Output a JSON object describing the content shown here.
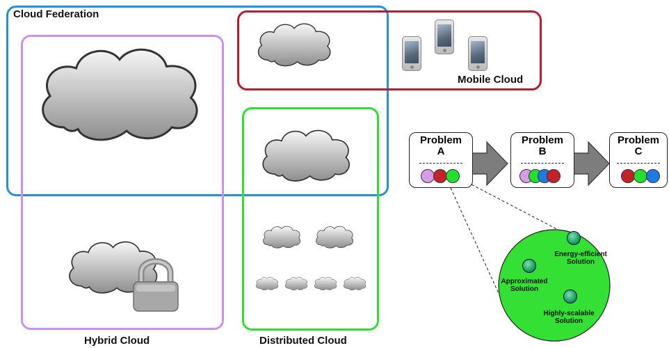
{
  "regions": {
    "cloud_federation": "Cloud Federation",
    "mobile_cloud": "Mobile Cloud",
    "hybrid_cloud": "Hybrid Cloud",
    "distributed_cloud": "Distributed Cloud"
  },
  "problems": [
    {
      "line1": "Problem",
      "line2": "A",
      "dots": [
        "#d99be8",
        "#c4222a",
        "#23e02d"
      ]
    },
    {
      "line1": "Problem",
      "line2": "B",
      "dots": [
        "#d99be8",
        "#23e02d",
        "#1e7be6",
        "#c4222a"
      ]
    },
    {
      "line1": "Problem",
      "line2": "C",
      "dots": [
        "#c4222a",
        "#23e02d",
        "#1e7be6"
      ]
    }
  ],
  "solutions": {
    "energy": "Energy-efficient Solution",
    "approx": "Approximated Solution",
    "scalable": "Highly-scalable Solution"
  },
  "colors": {
    "federation": "#1e90e6",
    "mobile": "#b41e2d",
    "hybrid": "#d08fec",
    "distributed": "#2ce02c",
    "solution_circle": "#33e033"
  }
}
